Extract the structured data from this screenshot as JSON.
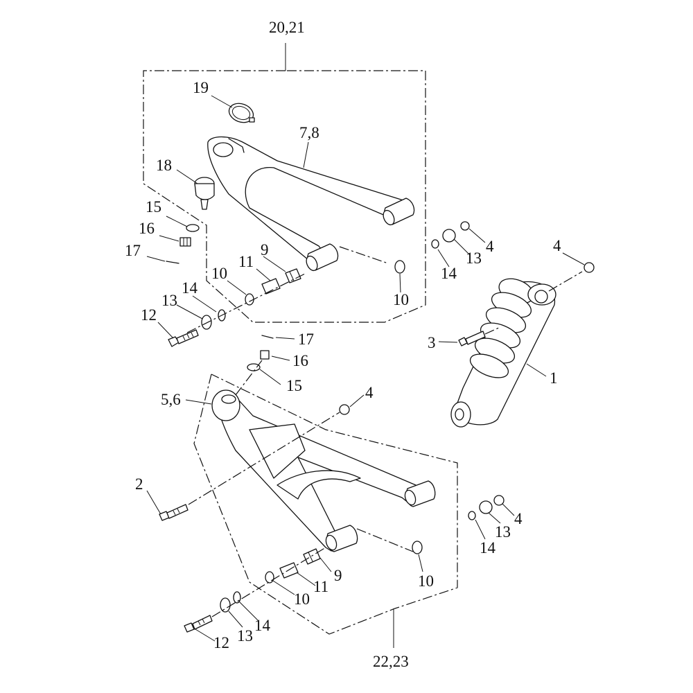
{
  "diagram": {
    "type": "exploded-parts-diagram",
    "callouts": {
      "c2021": "20,21",
      "c19": "19",
      "c78": "7,8",
      "c18": "18",
      "c15a": "15",
      "c16a": "16",
      "c17a": "17",
      "c9a": "9",
      "c11a": "11",
      "c10a": "10",
      "c10b": "10",
      "c14a": "14",
      "c13a": "13",
      "c12a": "12",
      "c4a": "4",
      "c13b": "13",
      "c14b": "14",
      "c4b": "4",
      "c3": "3",
      "c1": "1",
      "c17b": "17",
      "c16b": "16",
      "c15b": "15",
      "c56": "5,6",
      "c4c": "4",
      "c2": "2",
      "c4d": "4",
      "c13c": "13",
      "c14c": "14",
      "c9b": "9",
      "c10c": "10",
      "c11b": "11",
      "c10d": "10",
      "c13d": "13",
      "c14d": "14",
      "c12b": "12",
      "c2223": "22,23"
    }
  }
}
